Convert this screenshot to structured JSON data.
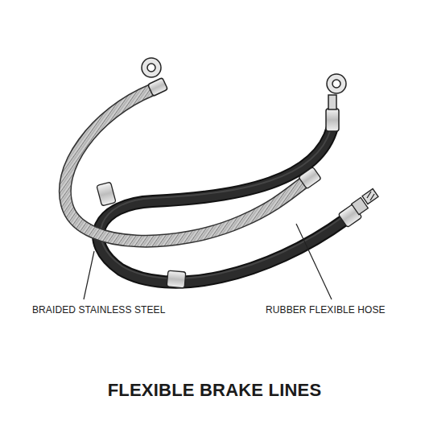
{
  "diagram": {
    "title": "FLEXIBLE BRAKE LINES",
    "labels": [
      "BRAIDED STAINLESS STEEL",
      "RUBBER FLEXIBLE HOSE"
    ]
  }
}
